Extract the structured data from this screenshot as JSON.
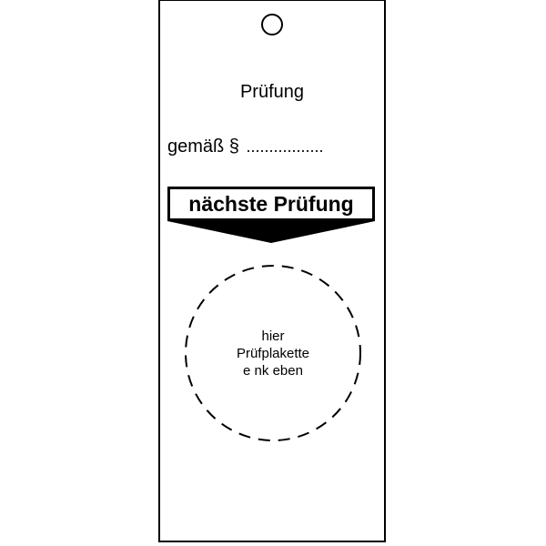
{
  "tag": {
    "heading": "Prüfung",
    "section_label": "gemäß §",
    "section_fill": ".................",
    "next_inspection_label": "nächste Prüfung",
    "sticker_hint": {
      "line1": "hier",
      "line2": "Prüfplakette",
      "line3": "e nk eben"
    }
  },
  "colors": {
    "ink": "#000000",
    "paper": "#ffffff"
  }
}
